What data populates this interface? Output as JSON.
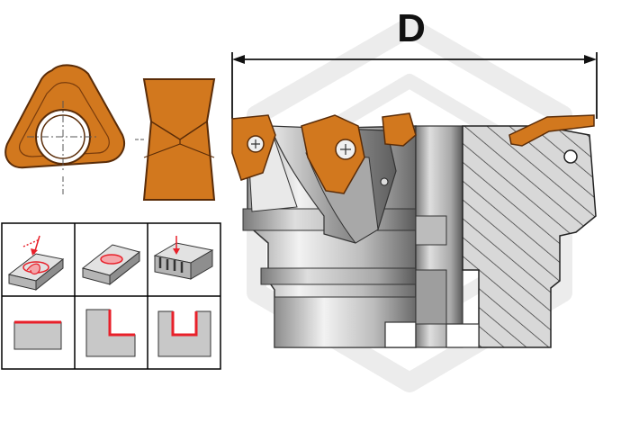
{
  "dimension_label": "D",
  "colors": {
    "insert": "#d2781e",
    "insert_dark": "#7a3c0c",
    "body_light": "#e4e4e4",
    "body_mid": "#b8b8b8",
    "body_dark": "#6e6e6e",
    "hatch": "#3a3a3a",
    "watermark": "#ebebeb",
    "highlight": "#e8202a"
  },
  "operations": [
    {
      "name": "ramping"
    },
    {
      "name": "face-milling"
    },
    {
      "name": "grooving"
    },
    {
      "name": "face-edge"
    },
    {
      "name": "shoulder"
    },
    {
      "name": "slot"
    }
  ]
}
